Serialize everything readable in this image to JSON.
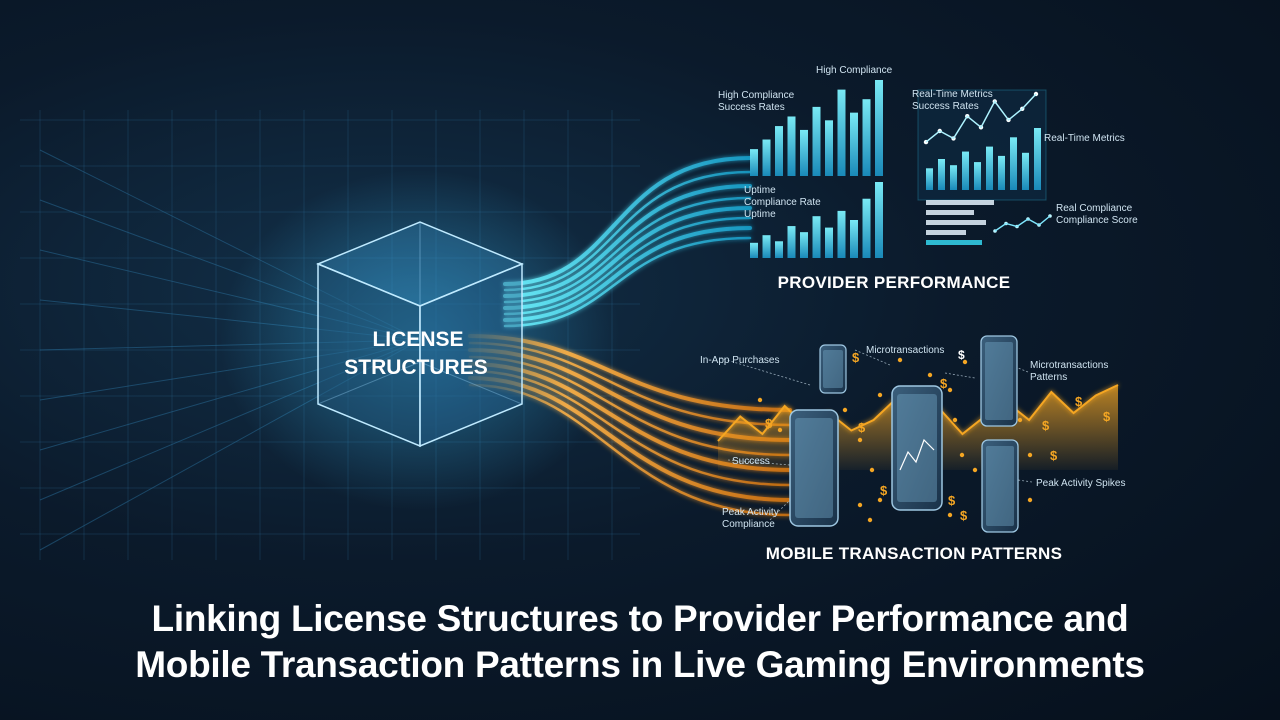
{
  "cube": {
    "line1": "LICENSE",
    "line2": "STRUCTURES"
  },
  "provider": {
    "heading": "PROVIDER PERFORMANCE",
    "labels": {
      "high_compliance": "High Compliance",
      "high_compliance_success_1": "High Compliance",
      "high_compliance_success_2": "Success Rates",
      "realtime_success_1": "Real-Time Metrics",
      "realtime_success_2": "Success Rates",
      "realtime_metrics": "Real-Time Metrics",
      "uptime_1": "Uptime",
      "uptime_2": "Compliance Rate",
      "uptime_3": "Uptime",
      "real_compliance_1": "Real Compliance",
      "real_compliance_2": "Compliance Score"
    },
    "bars_top": [
      0.28,
      0.38,
      0.52,
      0.62,
      0.48,
      0.72,
      0.58,
      0.9,
      0.66,
      0.8,
      1.0
    ],
    "bars_bottom": [
      0.2,
      0.3,
      0.22,
      0.42,
      0.34,
      0.55,
      0.4,
      0.62,
      0.5,
      0.78,
      1.0
    ],
    "bars_mid": [
      0.35,
      0.5,
      0.4,
      0.62,
      0.45,
      0.7,
      0.55,
      0.85,
      0.6,
      1.0
    ],
    "hbars": [
      0.85,
      0.6,
      0.75,
      0.5,
      0.7
    ],
    "line_mid": [
      0.35,
      0.5,
      0.4,
      0.7,
      0.55,
      0.9,
      0.65,
      0.8,
      1.0
    ],
    "line_bottom": [
      0.3,
      0.55,
      0.45,
      0.7,
      0.5,
      0.8
    ]
  },
  "mobile": {
    "heading": "MOBILE TRANSACTION PATTERNS",
    "labels": {
      "in_app": "In-App Purchases",
      "microtransactions": "Microtransactions",
      "micro_patterns_1": "Microtransactions",
      "micro_patterns_2": "Patterns",
      "success": "Success",
      "peak": "Peak Activity Spikes",
      "peak_compliance_1": "Peak Activity",
      "peak_compliance_2": "Compliance"
    },
    "dollar_sign": "$",
    "activity_line": [
      0.2,
      0.55,
      0.3,
      0.7,
      0.4,
      0.6,
      0.35,
      0.5,
      0.8,
      0.45,
      0.65,
      0.3,
      0.55,
      0.75,
      0.5,
      0.9,
      0.6,
      0.85,
      1.0
    ]
  },
  "title": {
    "line1": "Linking License Structures to Provider Performance and",
    "line2": "Mobile Transaction Patterns in Live Gaming Environments"
  },
  "colors": {
    "accent_cyan": "#35d6ee",
    "accent_orange": "#f5a623",
    "background": "#0b1a2b",
    "text": "#ffffff"
  }
}
